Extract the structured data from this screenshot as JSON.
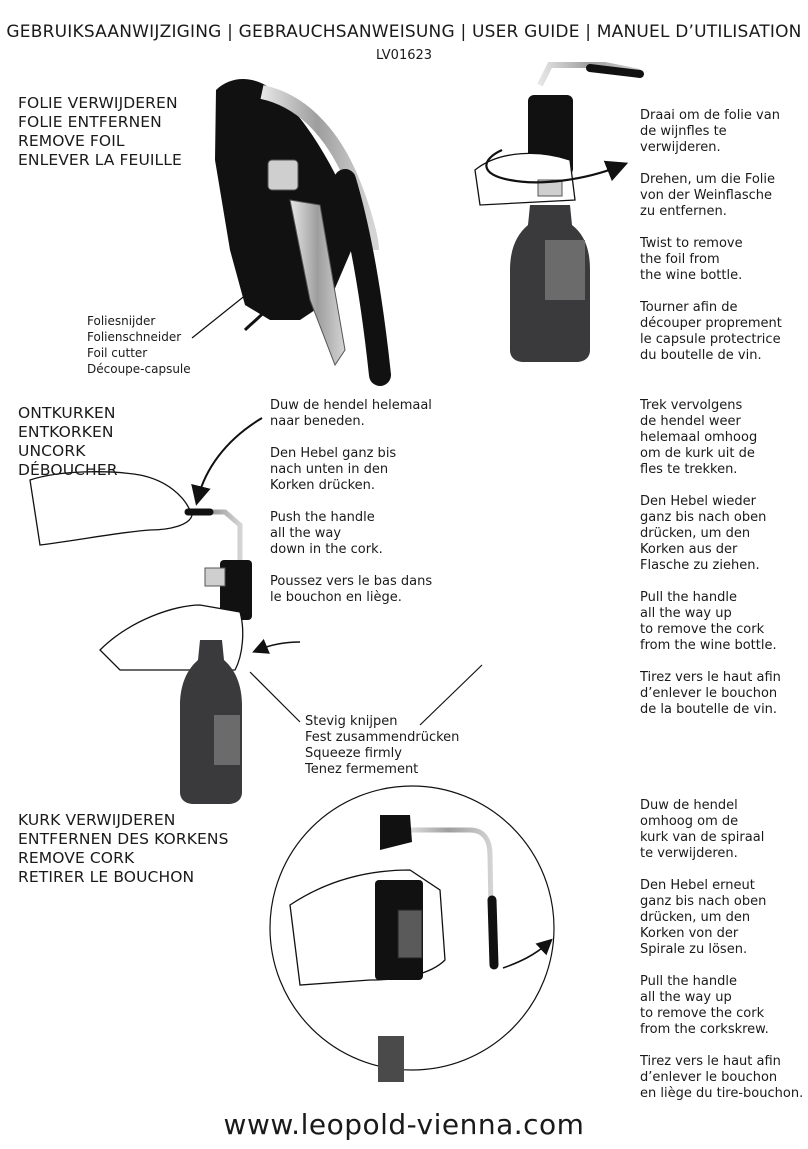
{
  "header": {
    "title": "GEBRUIKSAANWIJZIGING | GEBRAUCHSANWEISUNG | USER GUIDE | MANUEL D’UTILISATION",
    "code": "LV01623"
  },
  "section1": {
    "heading": "FOLIE VERWIJDEREN\nFOLIE ENTFERNEN\nREMOVE FOIL\nENLEVER LA FEUILLE",
    "foil_label": "Foliesnijder\nFolienschneider\nFoil cutter\nDécoupe-capsule",
    "text": [
      "Draai om de folie van\nde wijnfles te\nverwijderen.",
      "Drehen, um die Folie\nvon der Weinflasche\nzu entfernen.",
      "Twist to remove\nthe foil from\nthe wine bottle.",
      "Tourner afin de\ndécouper proprement\nle capsule protectrice\ndu boutelle de vin."
    ]
  },
  "section2": {
    "heading": "ONTKURKEN\nENTKORKEN\nUNCORK\nDÉBOUCHER",
    "text_center": [
      "Duw de hendel helemaal\nnaar beneden.",
      "Den Hebel ganz bis\nnach unten in den\nKorken drücken.",
      "Push the handle\nall the way\ndown in the cork.",
      "Poussez vers le bas dans\nle bouchon en liège."
    ],
    "text_right": [
      "Trek vervolgens\nde hendel weer\nhelemaal omhoog\nom de kurk uit de\nfles te trekken.",
      "Den Hebel wieder\nganz bis nach oben\ndrücken, um den\nKorken aus der\nFlasche zu ziehen.",
      "Pull the handle\nall the way up\nto remove the cork\nfrom the wine bottle.",
      "Tirez vers le haut afin\nd’enlever le bouchon\nde la boutelle de vin."
    ],
    "squeeze_label": "Stevig knijpen\nFest zusammendrücken\nSqueeze firmly\nTenez fermement"
  },
  "section3": {
    "heading": "KURK VERWIJDEREN\nENTFERNEN DES KORKENS\nREMOVE CORK\nRETIRER LE BOUCHON",
    "text": [
      "Duw de hendel\nomhoog om de\nkurk van de spiraal\nte verwijderen.",
      "Den Hebel erneut\nganz bis nach oben\ndrücken, um den\nKorken von der\nSpirale zu lösen.",
      "Pull the handle\nall the way up\nto remove the cork\nfrom the corkskrew.",
      "Tirez vers le haut afin\nd’enlever le bouchon\nen liège du tire-bouchon."
    ]
  },
  "footer": {
    "website": "www.leopold-vienna.com"
  },
  "colors": {
    "text": "#1a1a1a",
    "bottle": "#3a3a3c",
    "black_handle": "#111111",
    "metal": "#bdbdbd"
  }
}
